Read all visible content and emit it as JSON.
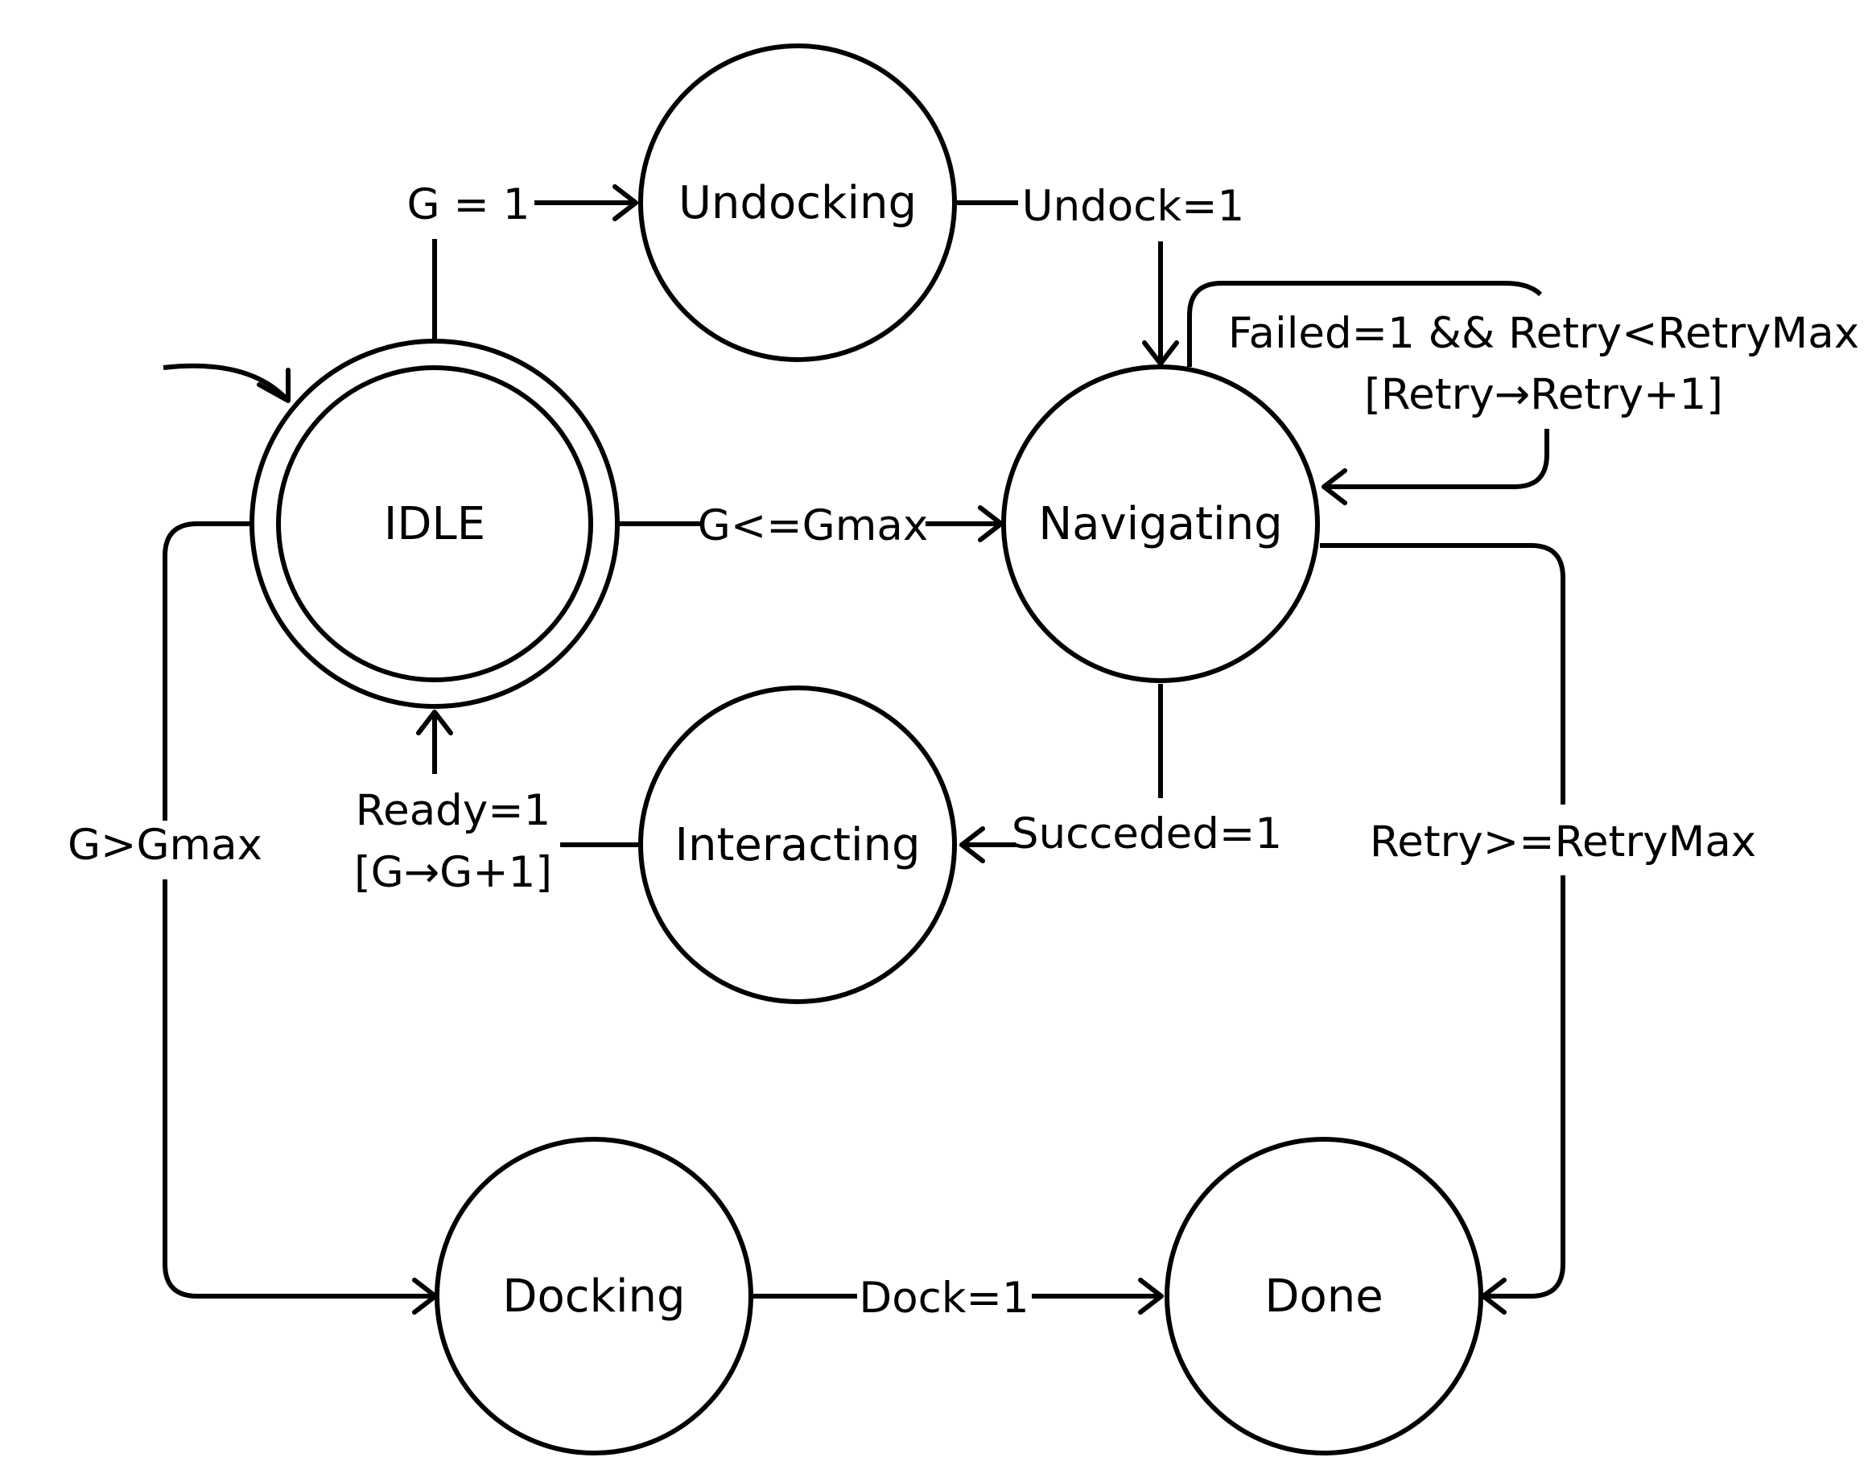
{
  "diagram": {
    "states": [
      {
        "id": "idle",
        "label": "IDLE",
        "initial": true,
        "accepting": true
      },
      {
        "id": "undocking",
        "label": "Undocking"
      },
      {
        "id": "navigating",
        "label": "Navigating"
      },
      {
        "id": "interacting",
        "label": "Interacting"
      },
      {
        "id": "docking",
        "label": "Docking"
      },
      {
        "id": "done",
        "label": "Done"
      }
    ],
    "transitions": [
      {
        "from": "idle",
        "to": "undocking",
        "lines": [
          "G = 1"
        ]
      },
      {
        "from": "undocking",
        "to": "navigating",
        "lines": [
          "Undock=1"
        ]
      },
      {
        "from": "idle",
        "to": "navigating",
        "lines": [
          "G<=Gmax"
        ]
      },
      {
        "from": "navigating",
        "to": "navigating",
        "lines": [
          "Failed=1 && Retry<RetryMax",
          "[Retry→Retry+1]"
        ]
      },
      {
        "from": "navigating",
        "to": "interacting",
        "lines": [
          "Succeded=1"
        ]
      },
      {
        "from": "interacting",
        "to": "idle",
        "lines": [
          "Ready=1",
          "[G→G+1]"
        ]
      },
      {
        "from": "idle",
        "to": "docking",
        "lines": [
          "G>Gmax"
        ]
      },
      {
        "from": "navigating",
        "to": "done",
        "lines": [
          "Retry>=RetryMax"
        ]
      },
      {
        "from": "docking",
        "to": "done",
        "lines": [
          "Dock=1"
        ]
      }
    ]
  }
}
